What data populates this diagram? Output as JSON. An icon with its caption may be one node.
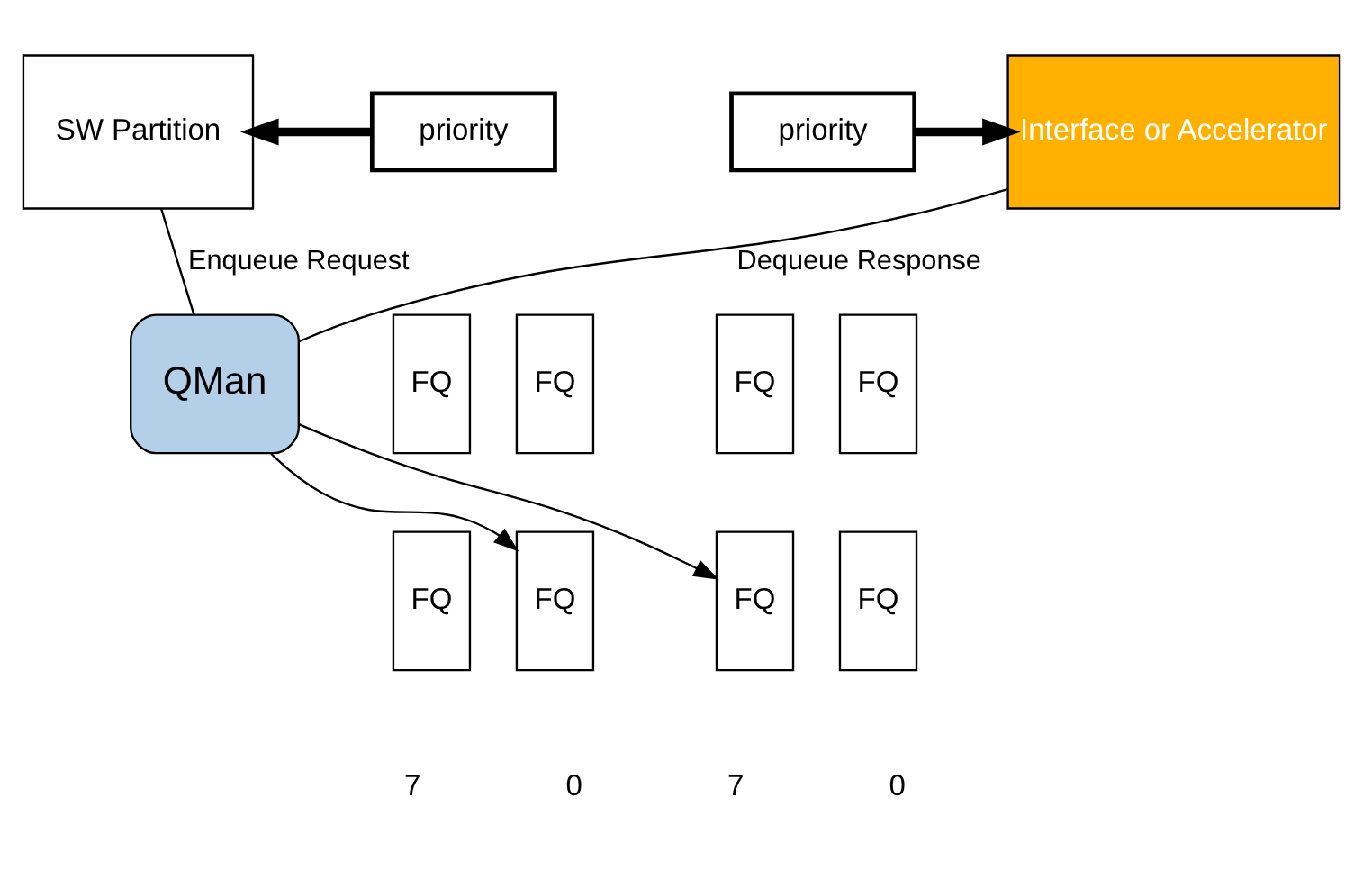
{
  "diagram": {
    "nodes": [
      {
        "text": [
          "SW Partition"
        ]
      },
      {
        "text": [
          "Interface or Accelerator"
        ]
      },
      {
        "text": [
          "QMan"
        ]
      },
      {
        "text": [
          "priority"
        ]
      },
      {
        "text": [
          "FQ"
        ]
      },
      {
        "text": [
          "FQ"
        ]
      },
      {
        "text": [
          "FQ"
        ]
      },
      {
        "text": [
          "FQ"
        ]
      },
      {
        "text": [
          "priority"
        ]
      },
      {
        "text": [
          "FQ"
        ]
      },
      {
        "text": [
          "FQ"
        ]
      },
      {
        "text": [
          "FQ"
        ]
      },
      {
        "text": [
          "FQ"
        ]
      }
    ],
    "edges": [
      {
        "from": 2,
        "to": 0,
        "arrow": "none",
        "label": "Enqueue Request"
      },
      {
        "from": 2,
        "to": 1,
        "arrow": "none",
        "label": "Dequeue Response"
      },
      {
        "from": 3,
        "to": 0,
        "arrow": "to",
        "style": "thick"
      },
      {
        "from": 8,
        "to": 1,
        "arrow": "to",
        "style": "thick"
      },
      {
        "from": 2,
        "to": 5,
        "arrow": "to"
      },
      {
        "from": 2,
        "to": 12,
        "arrow": "to"
      }
    ],
    "labels": [
      "0",
      "7",
      "0",
      "7"
    ]
  }
}
